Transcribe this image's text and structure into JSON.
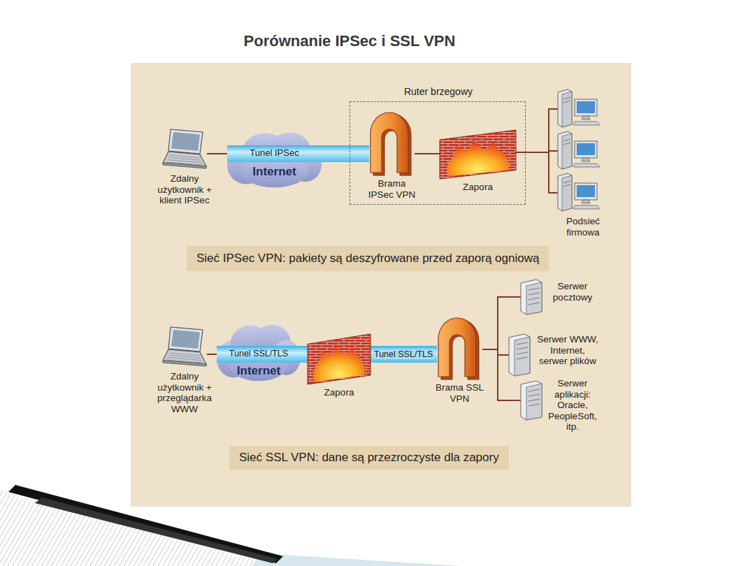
{
  "diagram": {
    "title": "Porównanie IPSec i SSL VPN",
    "nodes": [
      {
        "text": [
          "Zdalny użytkownik + klient IPSec"
        ]
      },
      {
        "text": [
          "Tunel IPSec",
          "Internet"
        ]
      },
      {
        "text": [
          "Ruter brzegowy"
        ]
      },
      {
        "text": [
          "Brama IPSec VPN"
        ],
        "in": 2
      },
      {
        "text": [
          "Zapora"
        ],
        "in": 2
      },
      {
        "text": [
          "Podsieć firmowa"
        ]
      },
      {
        "text": [
          "Sieć IPSec VPN: pakiety są deszyfrowane przed zaporą ogniową"
        ]
      },
      {
        "text": [
          "Zdalny użytkownik + przeglądarka WWW"
        ]
      },
      {
        "text": [
          "Tunel SSL/TLS",
          "Internet"
        ]
      },
      {
        "text": [
          "Zapora"
        ]
      },
      {
        "text": [
          "Brama SSL VPN"
        ]
      },
      {
        "text": [
          "Serwer pocztowy"
        ]
      },
      {
        "text": [
          "Serwer WWW, Internet, serwer plików"
        ]
      },
      {
        "text": [
          "Serwer aplikacji: Oracle, PeopleSoft, itp."
        ]
      },
      {
        "text": [
          "Sieć SSL VPN: dane są przezroczyste dla zapory"
        ]
      }
    ],
    "edges": [
      {
        "from": 0,
        "to": 1,
        "arrow": "none"
      },
      {
        "from": 1,
        "to": 3,
        "arrow": "none"
      },
      {
        "from": 3,
        "to": 4,
        "arrow": "none"
      },
      {
        "from": 4,
        "to": 5,
        "arrow": "none"
      },
      {
        "from": 7,
        "to": 8,
        "arrow": "none"
      },
      {
        "from": 8,
        "to": 9,
        "arrow": "none"
      },
      {
        "from": 9,
        "to": 10,
        "label": "Tunel SSL/TLS",
        "arrow": "none"
      },
      {
        "from": 10,
        "to": 11,
        "arrow": "none"
      },
      {
        "from": 10,
        "to": 12,
        "arrow": "none"
      },
      {
        "from": 10,
        "to": 13,
        "arrow": "none"
      }
    ]
  }
}
